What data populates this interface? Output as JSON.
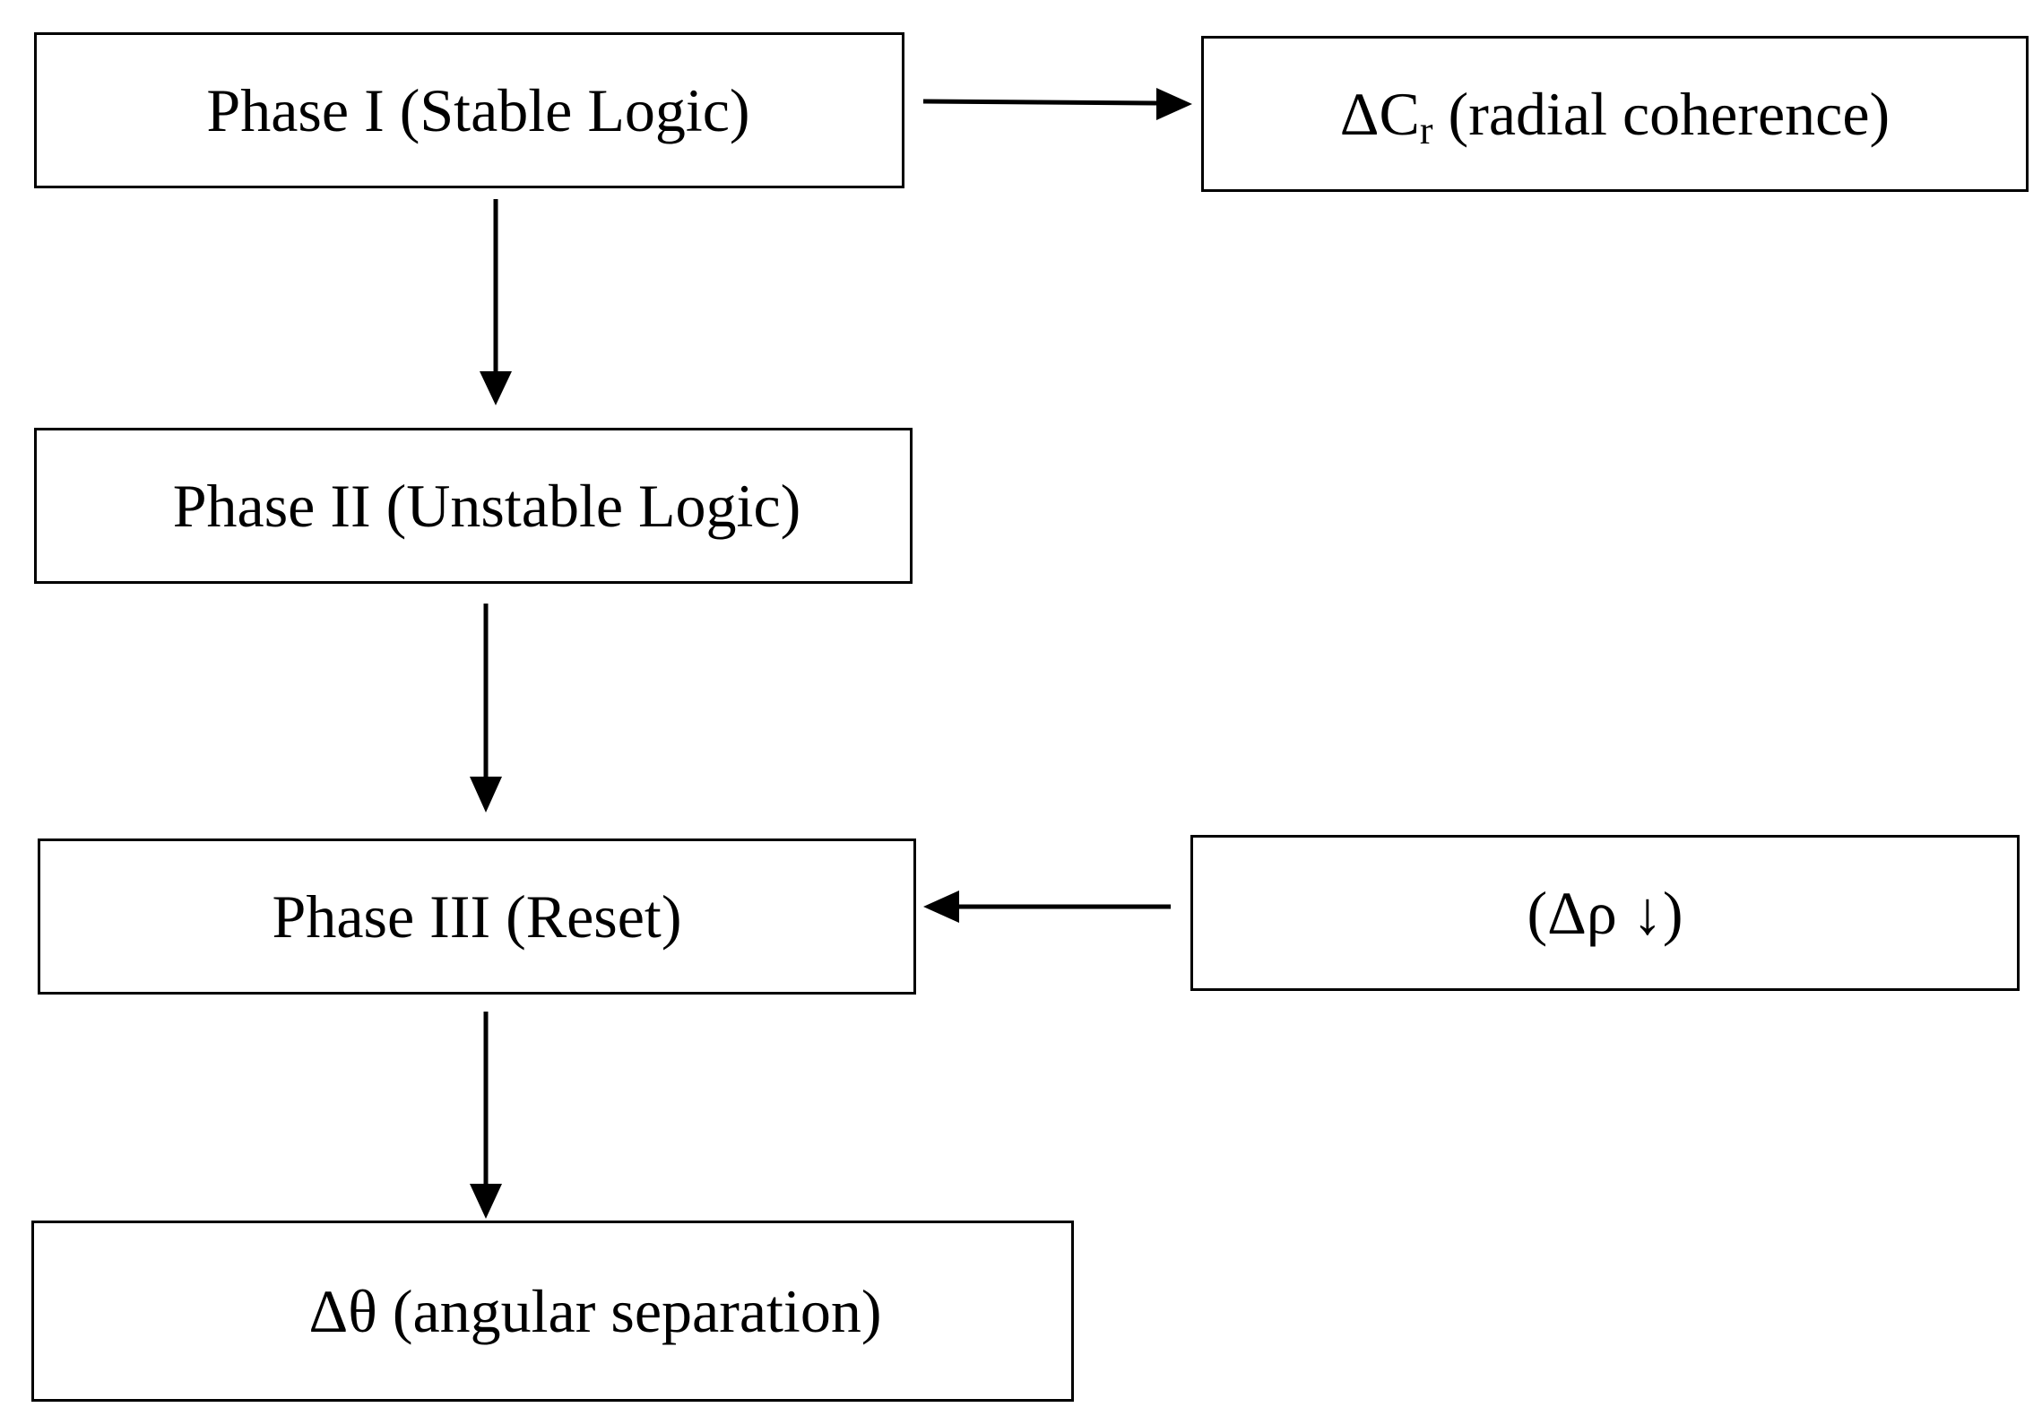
{
  "diagram": {
    "nodes": [
      {
        "id": "phase_1",
        "text": "Phase I (Stable Logic)"
      },
      {
        "id": "delta_cr",
        "symbol": "ΔC",
        "subscript": "r",
        "text": " (radial coherence)"
      },
      {
        "id": "phase_2",
        "text": "Phase II (Unstable Logic)"
      },
      {
        "id": "phase_3",
        "text": "Phase III (Reset)"
      },
      {
        "id": "delta_rho",
        "text": "(Δρ ↓)"
      },
      {
        "id": "delta_theta",
        "text": "Δθ (angular separation)"
      }
    ],
    "edges": [
      {
        "from": "phase_1",
        "to": "delta_cr"
      },
      {
        "from": "phase_1",
        "to": "phase_2"
      },
      {
        "from": "phase_2",
        "to": "phase_3"
      },
      {
        "from": "delta_rho",
        "to": "phase_3"
      },
      {
        "from": "phase_3",
        "to": "delta_theta"
      }
    ],
    "line_color": "#000000"
  }
}
